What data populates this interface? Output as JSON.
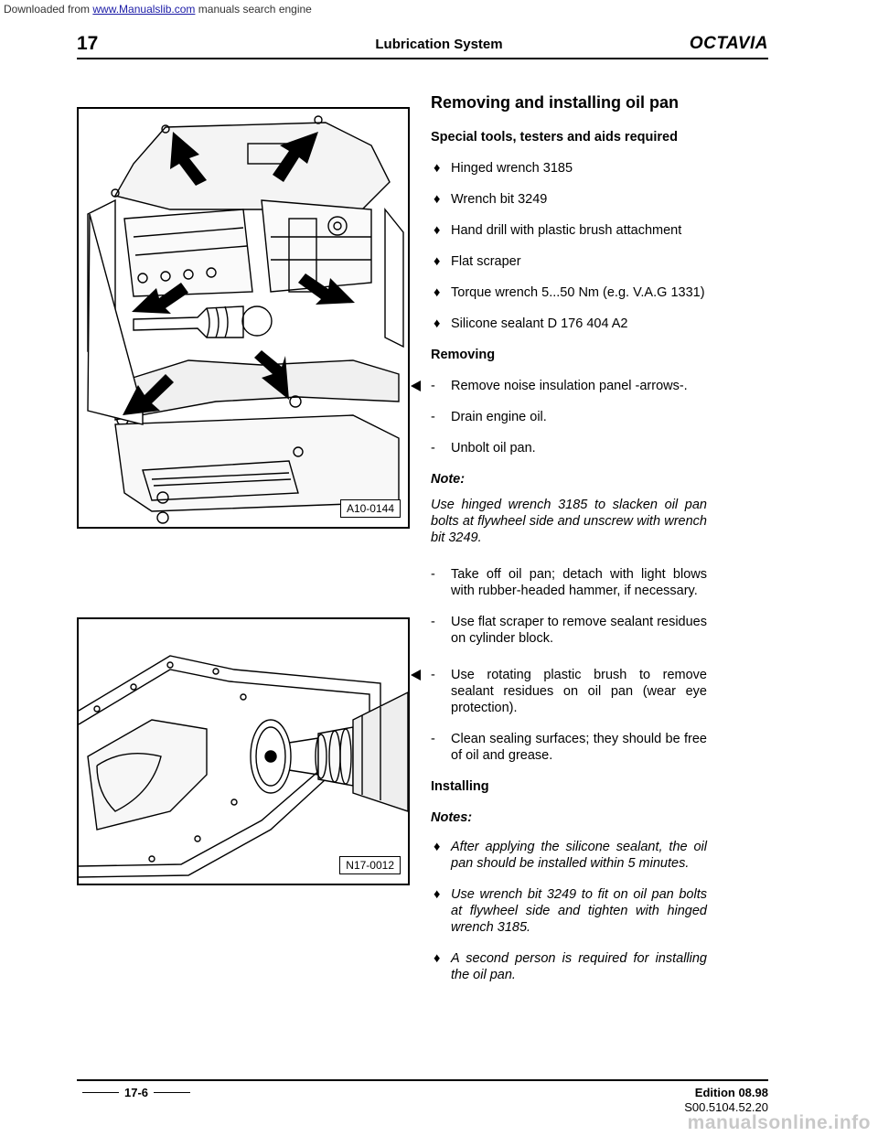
{
  "topbar": {
    "prefix": "Downloaded from ",
    "link": "www.Manualslib.com",
    "suffix": " manuals search engine"
  },
  "header": {
    "section_number": "17",
    "title": "Lubrication System",
    "brand": "OCTAVIA"
  },
  "figures": {
    "engine_label": "A10-0144",
    "oilpan_label": "N17-0012"
  },
  "content": {
    "heading": "Removing and installing oil pan",
    "tools_heading": "Special tools, testers and aids required",
    "bullet_mark": "♦",
    "dash_mark": "-",
    "tools": [
      "Hinged wrench 3185",
      "Wrench bit 3249",
      "Hand drill with plastic brush attachment",
      "Flat scraper",
      "Torque wrench 5...50 Nm (e.g. V.A.G 1331)",
      "Silicone sealant D 176 404 A2"
    ],
    "removing_heading": "Removing",
    "removing_steps_a": [
      "Remove noise insulation panel -arrows-.",
      "Drain engine oil.",
      "Unbolt oil pan."
    ],
    "note_heading": "Note:",
    "note_text": "Use hinged wrench 3185 to slacken oil pan bolts at flywheel side and unscrew with wrench bit 3249.",
    "removing_steps_b": [
      "Take off oil pan; detach with light blows with rubber-headed hammer, if necessary.",
      "Use flat scraper to remove sealant residues on cylinder block.",
      "Use rotating plastic brush to remove sealant residues on oil pan (wear eye protection).",
      "Clean sealing surfaces; they should be free of oil and grease."
    ],
    "installing_heading": "Installing",
    "notes_heading": "Notes:",
    "notes": [
      "After applying the silicone sealant, the oil pan should be installed within 5 minutes.",
      "Use wrench bit 3249 to fit on oil pan bolts at flywheel side and tighten with hinged wrench 3185.",
      "A second person is required for installing the oil pan."
    ]
  },
  "footer": {
    "page": "17-6",
    "edition": "Edition 08.98",
    "code": "S00.5104.52.20"
  },
  "watermark": "manualsonline.info"
}
